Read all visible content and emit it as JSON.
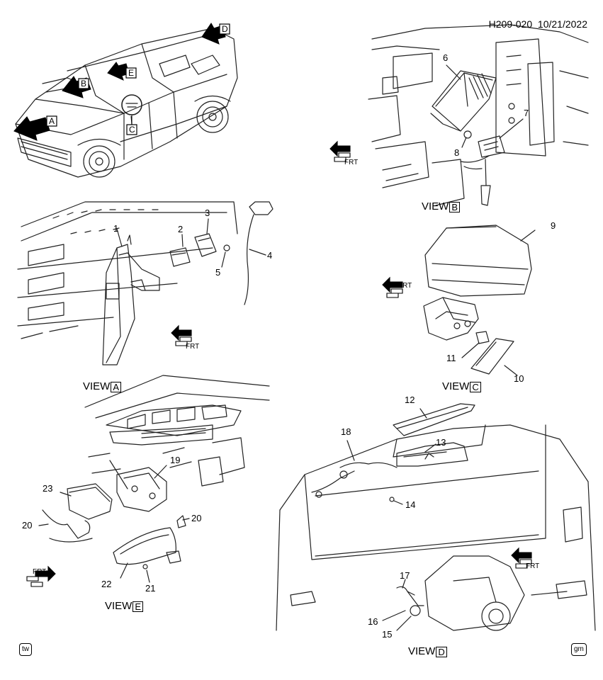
{
  "header": {
    "code": "H209-020",
    "date": "10/21/2022"
  },
  "callouts": {
    "a": "A",
    "b": "B",
    "c": "C",
    "d": "D",
    "e": "E"
  },
  "view_prefix": "VIEW",
  "views": {
    "a": "A",
    "b": "B",
    "c": "C",
    "d": "D",
    "e": "E"
  },
  "frt": "FRT",
  "parts": {
    "p1": "1",
    "p2": "2",
    "p3": "3",
    "p4": "4",
    "p5": "5",
    "p6": "6",
    "p7": "7",
    "p8": "8",
    "p9": "9",
    "p10": "10",
    "p11": "11",
    "p12": "12",
    "p13": "13",
    "p14": "14",
    "p15": "15",
    "p16": "16",
    "p17": "17",
    "p18": "18",
    "p19": "19",
    "p20a": "20",
    "p20b": "20",
    "p21": "21",
    "p22": "22",
    "p23": "23"
  },
  "footer": {
    "left_badge": "tw",
    "right_badge": "gm"
  }
}
